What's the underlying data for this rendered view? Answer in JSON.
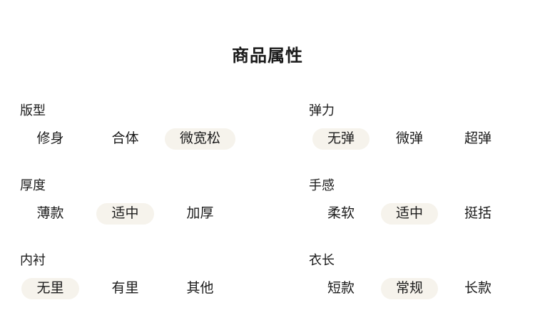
{
  "page": {
    "title": "商品属性"
  },
  "colors": {
    "selected_pill_bg": "#f6f3ec",
    "text": "#1b1b1b",
    "background": "#ffffff"
  },
  "attribute_columns": {
    "left": [
      {
        "label": "版型",
        "options": [
          {
            "text": "修身",
            "selected": false
          },
          {
            "text": "合体",
            "selected": false
          },
          {
            "text": "微宽松",
            "selected": true
          }
        ]
      },
      {
        "label": "厚度",
        "options": [
          {
            "text": "薄款",
            "selected": false
          },
          {
            "text": "适中",
            "selected": true
          },
          {
            "text": "加厚",
            "selected": false
          }
        ]
      },
      {
        "label": "内衬",
        "options": [
          {
            "text": "无里",
            "selected": true
          },
          {
            "text": "有里",
            "selected": false
          },
          {
            "text": "其他",
            "selected": false
          }
        ]
      }
    ],
    "right": [
      {
        "label": "弹力",
        "options": [
          {
            "text": "无弹",
            "selected": true
          },
          {
            "text": "微弹",
            "selected": false
          },
          {
            "text": "超弹",
            "selected": false
          }
        ]
      },
      {
        "label": "手感",
        "options": [
          {
            "text": "柔软",
            "selected": false
          },
          {
            "text": "适中",
            "selected": true
          },
          {
            "text": "挺括",
            "selected": false
          }
        ]
      },
      {
        "label": "衣长",
        "options": [
          {
            "text": "短款",
            "selected": false
          },
          {
            "text": "常规",
            "selected": true
          },
          {
            "text": "长款",
            "selected": false
          }
        ]
      }
    ]
  }
}
